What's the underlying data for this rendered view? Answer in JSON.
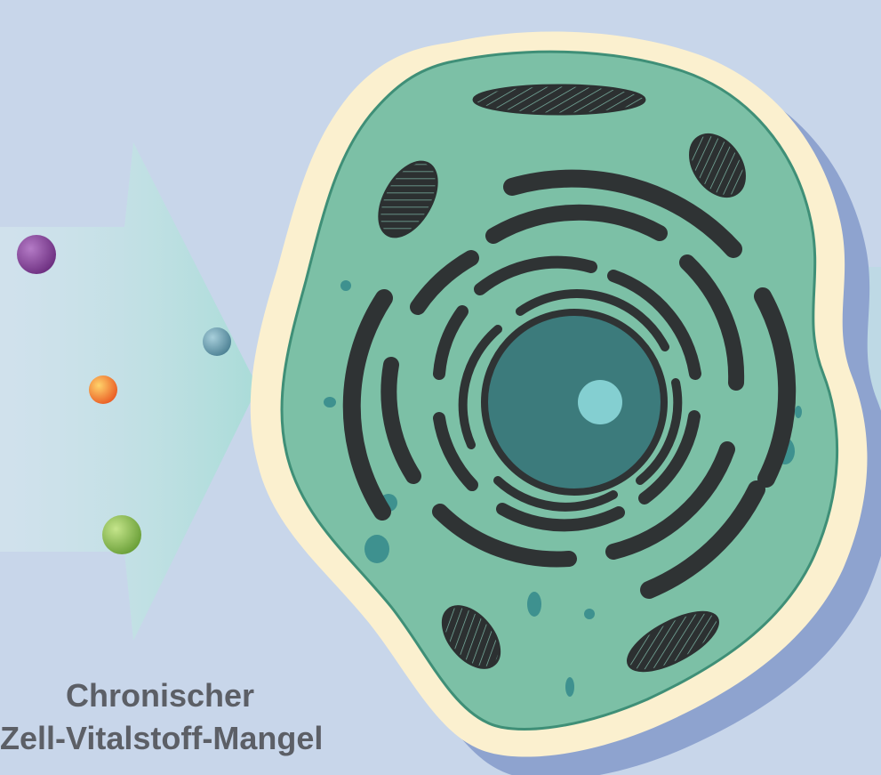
{
  "caption": {
    "line1": "Chronischer",
    "line2": "Zell-Vitalstoff-Mangel"
  },
  "colors": {
    "background": "#c8d6ea",
    "cell_cytoplasm": "#7cc0a6",
    "cell_rim": "#fbf0cf",
    "cell_shadow": "#8ea3cf",
    "nucleus": "#3c7b7c",
    "nucleolus": "#84cfd1",
    "organelle_dark": "#2f3334",
    "nutrient_purple": "#8a3f98",
    "nutrient_orange": "#f2852a",
    "nutrient_green": "#8cc04e",
    "nutrient_blue": "#6e9fb0"
  },
  "nutrients": [
    "purple",
    "blue",
    "orange",
    "green"
  ]
}
